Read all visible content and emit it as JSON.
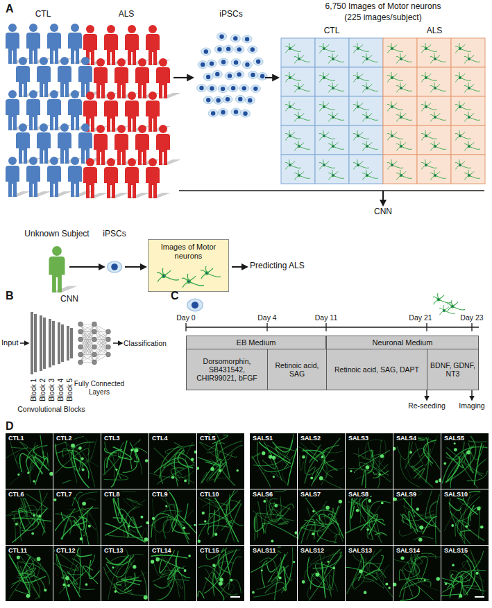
{
  "diagram": {
    "nodes": [
      {
        "text": [
          "Images of Motor neurons"
        ]
      },
      {
        "text": [
          "EB Medium"
        ]
      },
      {
        "text": [
          "Neuronal Medium"
        ]
      },
      {
        "text": [
          "Dorsomorphin, SB431542, CHIR99021, bFGF"
        ]
      },
      {
        "text": [
          "Retinoic acid, SAG"
        ]
      },
      {
        "text": [
          "Retinoic acid, SAG, DAPT"
        ]
      },
      {
        "text": [
          "BDNF, GDNF, NT3"
        ]
      },
      {
        "text": [
          "CTL1"
        ]
      },
      {
        "text": [
          "CTL2"
        ]
      },
      {
        "text": [
          "CTL3"
        ]
      },
      {
        "text": [
          "CTL4"
        ]
      },
      {
        "text": [
          "CTL5"
        ]
      },
      {
        "text": [
          "CTL6"
        ]
      },
      {
        "text": [
          "CTL7"
        ]
      },
      {
        "text": [
          "CTL8"
        ]
      },
      {
        "text": [
          "CTL9"
        ]
      },
      {
        "text": [
          "CTL10"
        ]
      },
      {
        "text": [
          "CTL11"
        ]
      },
      {
        "text": [
          "CTL12"
        ]
      },
      {
        "text": [
          "CTL13"
        ]
      },
      {
        "text": [
          "CTL14"
        ]
      },
      {
        "text": [
          "CTL15"
        ]
      },
      {
        "text": [
          "SALS1"
        ]
      },
      {
        "text": [
          "SALS2"
        ]
      },
      {
        "text": [
          "SALS3"
        ]
      },
      {
        "text": [
          "SALS4"
        ]
      },
      {
        "text": [
          "SALS5"
        ]
      },
      {
        "text": [
          "SALS6"
        ]
      },
      {
        "text": [
          "SALS7"
        ]
      },
      {
        "text": [
          "SALS8"
        ]
      },
      {
        "text": [
          "SALS9"
        ]
      },
      {
        "text": [
          "SALS10"
        ]
      },
      {
        "text": [
          "SALS11"
        ]
      },
      {
        "text": [
          "SALS12"
        ]
      },
      {
        "text": [
          "SALS13"
        ]
      },
      {
        "text": [
          "SALS14"
        ]
      },
      {
        "text": [
          "SALS15"
        ]
      }
    ],
    "labels": [
      "A",
      "CTL",
      "ALS",
      "iPSCs",
      "6,750 Images of Motor neurons",
      "(225 images/subject)",
      "CTL",
      "ALS",
      "CNN",
      "Unknown Subject",
      "iPSCs",
      "Predicting ALS",
      "B",
      "CNN",
      "Input",
      "Block 1",
      "Block 2",
      "Block 3",
      "Block 4",
      "Block 5",
      "Convolutional Blocks",
      "Fully Connected Layers",
      "Classification",
      "C",
      "Day 0",
      "Day 4",
      "Day 11",
      "Day 21",
      "Day 23",
      "Re-seeding",
      "Imaging",
      "D"
    ]
  }
}
